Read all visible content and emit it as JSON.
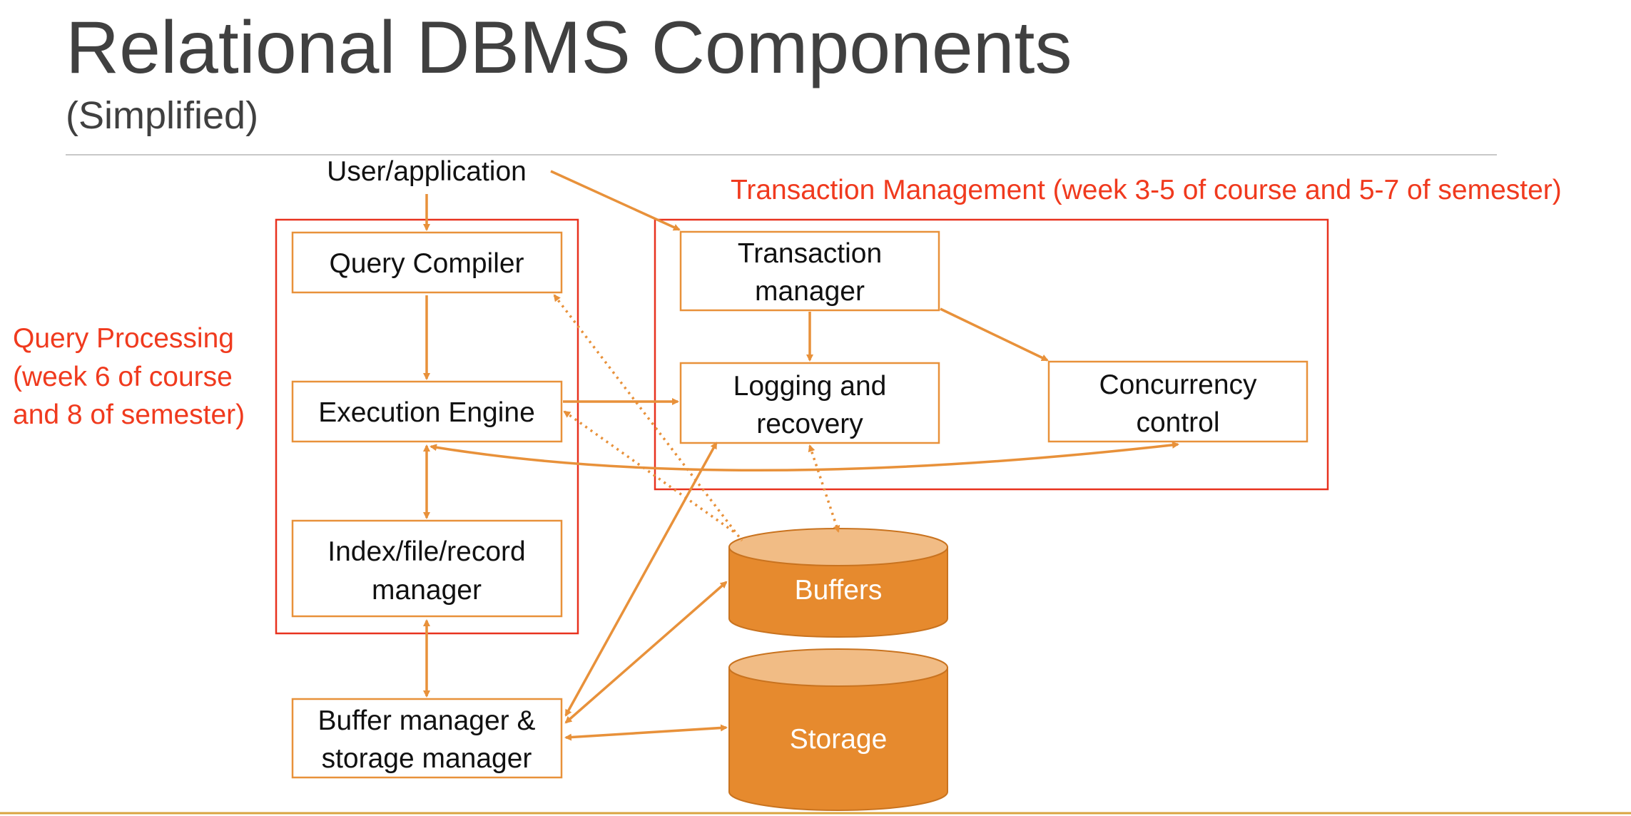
{
  "slide": {
    "title": "Relational DBMS Components",
    "subtitle": "(Simplified)"
  },
  "nodes": {
    "user_application": "User/application",
    "query_compiler": "Query Compiler",
    "execution_engine": "Execution Engine",
    "index_manager_line1": "Index/file/record",
    "index_manager_line2": "manager",
    "buffer_storage_line1": "Buffer manager &",
    "buffer_storage_line2": "storage manager",
    "transaction_manager_line1": "Transaction",
    "transaction_manager_line2": "manager",
    "logging_line1": "Logging and",
    "logging_line2": "recovery",
    "concurrency_line1": "Concurrency",
    "concurrency_line2": "control",
    "buffers": "Buffers",
    "storage": "Storage"
  },
  "groups": {
    "query_processing_line1": "Query Processing",
    "query_processing_line2": "(week 6 of course",
    "query_processing_line3": "and 8 of semester)",
    "transaction_management": "Transaction Management (week 3-5 of course and 5-7 of semester)"
  },
  "colors": {
    "box_border": "#e8913a",
    "group_border": "#e8321f",
    "group_label": "#f03a1e",
    "cylinder_body": "#e68a2e",
    "cylinder_top": "#f1bc85",
    "title_text": "#404040",
    "rule": "#c8c8c8",
    "bottom_rule": "#d9a441"
  }
}
